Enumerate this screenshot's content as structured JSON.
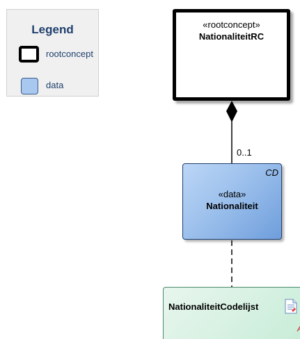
{
  "legend": {
    "title": "Legend",
    "items": [
      {
        "label": "rootconcept",
        "style": "thick-black-border"
      },
      {
        "label": "data",
        "fill": "#a8c8f0"
      }
    ]
  },
  "classes": [
    {
      "id": "root",
      "stereotype": "«rootconcept»",
      "name": "NationaliteitRC"
    },
    {
      "id": "data",
      "stereotype": "«data»",
      "name": "Nationaliteit",
      "tag": "CD"
    },
    {
      "id": "codelist",
      "name": "NationaliteitCodelijst",
      "overflow_text": "A"
    }
  ],
  "association": {
    "type": "composition",
    "from": "NationaliteitRC",
    "to": "Nationaliteit",
    "multiplicity": "0..1"
  },
  "dependency": {
    "type": "dashed",
    "from": "Nationaliteit",
    "to": "NationaliteitCodelijst"
  },
  "colors": {
    "legend_title": "#1f3f6e",
    "data_fill": "#9cc0ec",
    "codelist_fill": "#c6ecd6",
    "overflow_text": "#cc2020"
  }
}
